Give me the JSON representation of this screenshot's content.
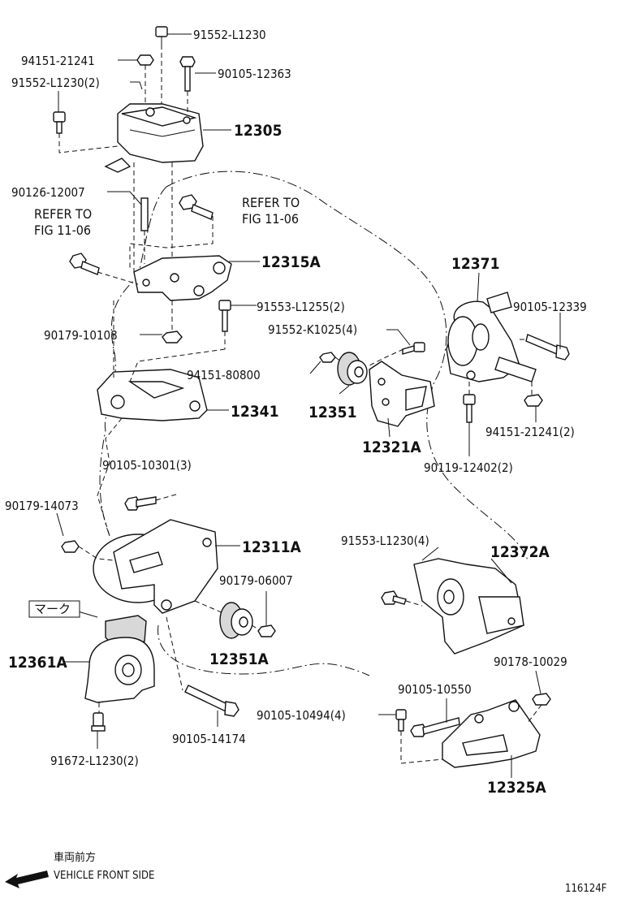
{
  "labels": {
    "p1": "91552-L1230",
    "p2": "94151-21241",
    "p3": "91552-L1230(2)",
    "p4": "90105-12363",
    "p5": "12305",
    "p6": "90126-12007",
    "p7": "REFER TO",
    "p8": "FIG 11-06",
    "p9": "REFER TO",
    "p10": "FIG 11-06",
    "p11": "12315A",
    "p12": "91553-L1255(2)",
    "p13": "90179-10108",
    "p14": "12371",
    "p15": "90105-12339",
    "p16": "91552-K1025(4)",
    "p17": "94151-80800",
    "p18": "12351",
    "p19": "12341",
    "p20": "12321A",
    "p21": "94151-21241(2)",
    "p22": "90119-12402(2)",
    "p23": "90105-10301(3)",
    "p24": "90179-14073",
    "p25": "12311A",
    "p26": "91553-L1230(4)",
    "p27": "12372A",
    "p28": "90179-06007",
    "p29": "マーク",
    "p30": "12351A",
    "p31": "12361A",
    "p32": "90178-10029",
    "p33": "90105-10550",
    "p34": "90105-10494(4)",
    "p35": "90105-14174",
    "p36": "91672-L1230(2)",
    "p37": "12325A"
  },
  "footer": {
    "direction_jp": "車両前方",
    "direction_en": "VEHICLE FRONT SIDE",
    "figure_id": "116124F"
  }
}
